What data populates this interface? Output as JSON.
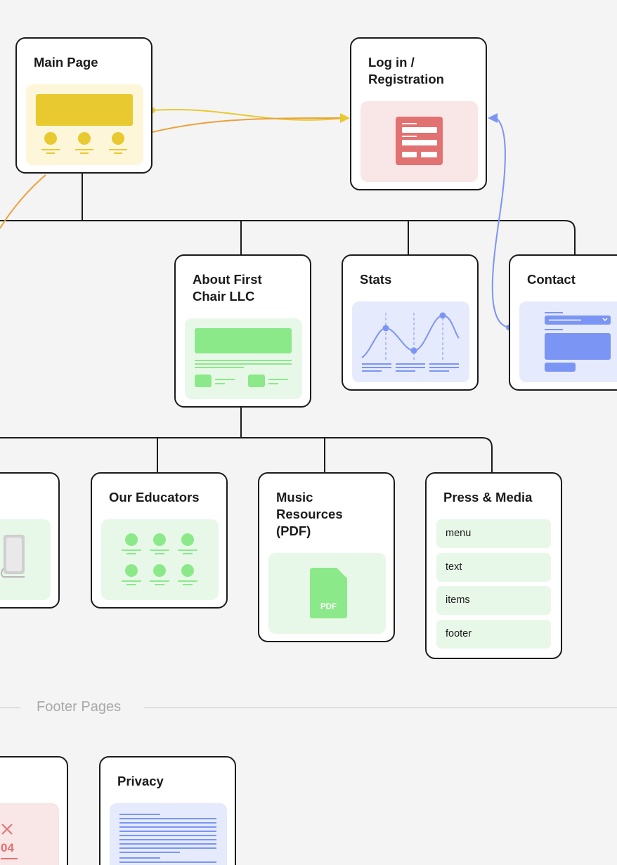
{
  "cards": {
    "main_page": {
      "title": "Main Page"
    },
    "login": {
      "title": "Log in /\nRegistration"
    },
    "about": {
      "title": "About First\nChair LLC"
    },
    "stats": {
      "title": "Stats"
    },
    "contact": {
      "title": "Contact"
    },
    "history": {
      "title": "y"
    },
    "educators": {
      "title": "Our Educators"
    },
    "music": {
      "title": "Music\nResources\n(PDF)",
      "file_badge": "PDF"
    },
    "press": {
      "title": "Press & Media",
      "items": [
        "menu",
        "text",
        "items",
        "footer"
      ]
    },
    "not_found": {
      "code_text": "04"
    },
    "privacy": {
      "title": "Privacy"
    }
  },
  "sections": {
    "footer_label": "Footer Pages"
  },
  "colors": {
    "yellow": "#e8c930",
    "orange": "#e9a23b",
    "red": "#e27171",
    "green": "#8be98a",
    "blue": "#7b95f5",
    "outline": "#1b1b1b"
  }
}
